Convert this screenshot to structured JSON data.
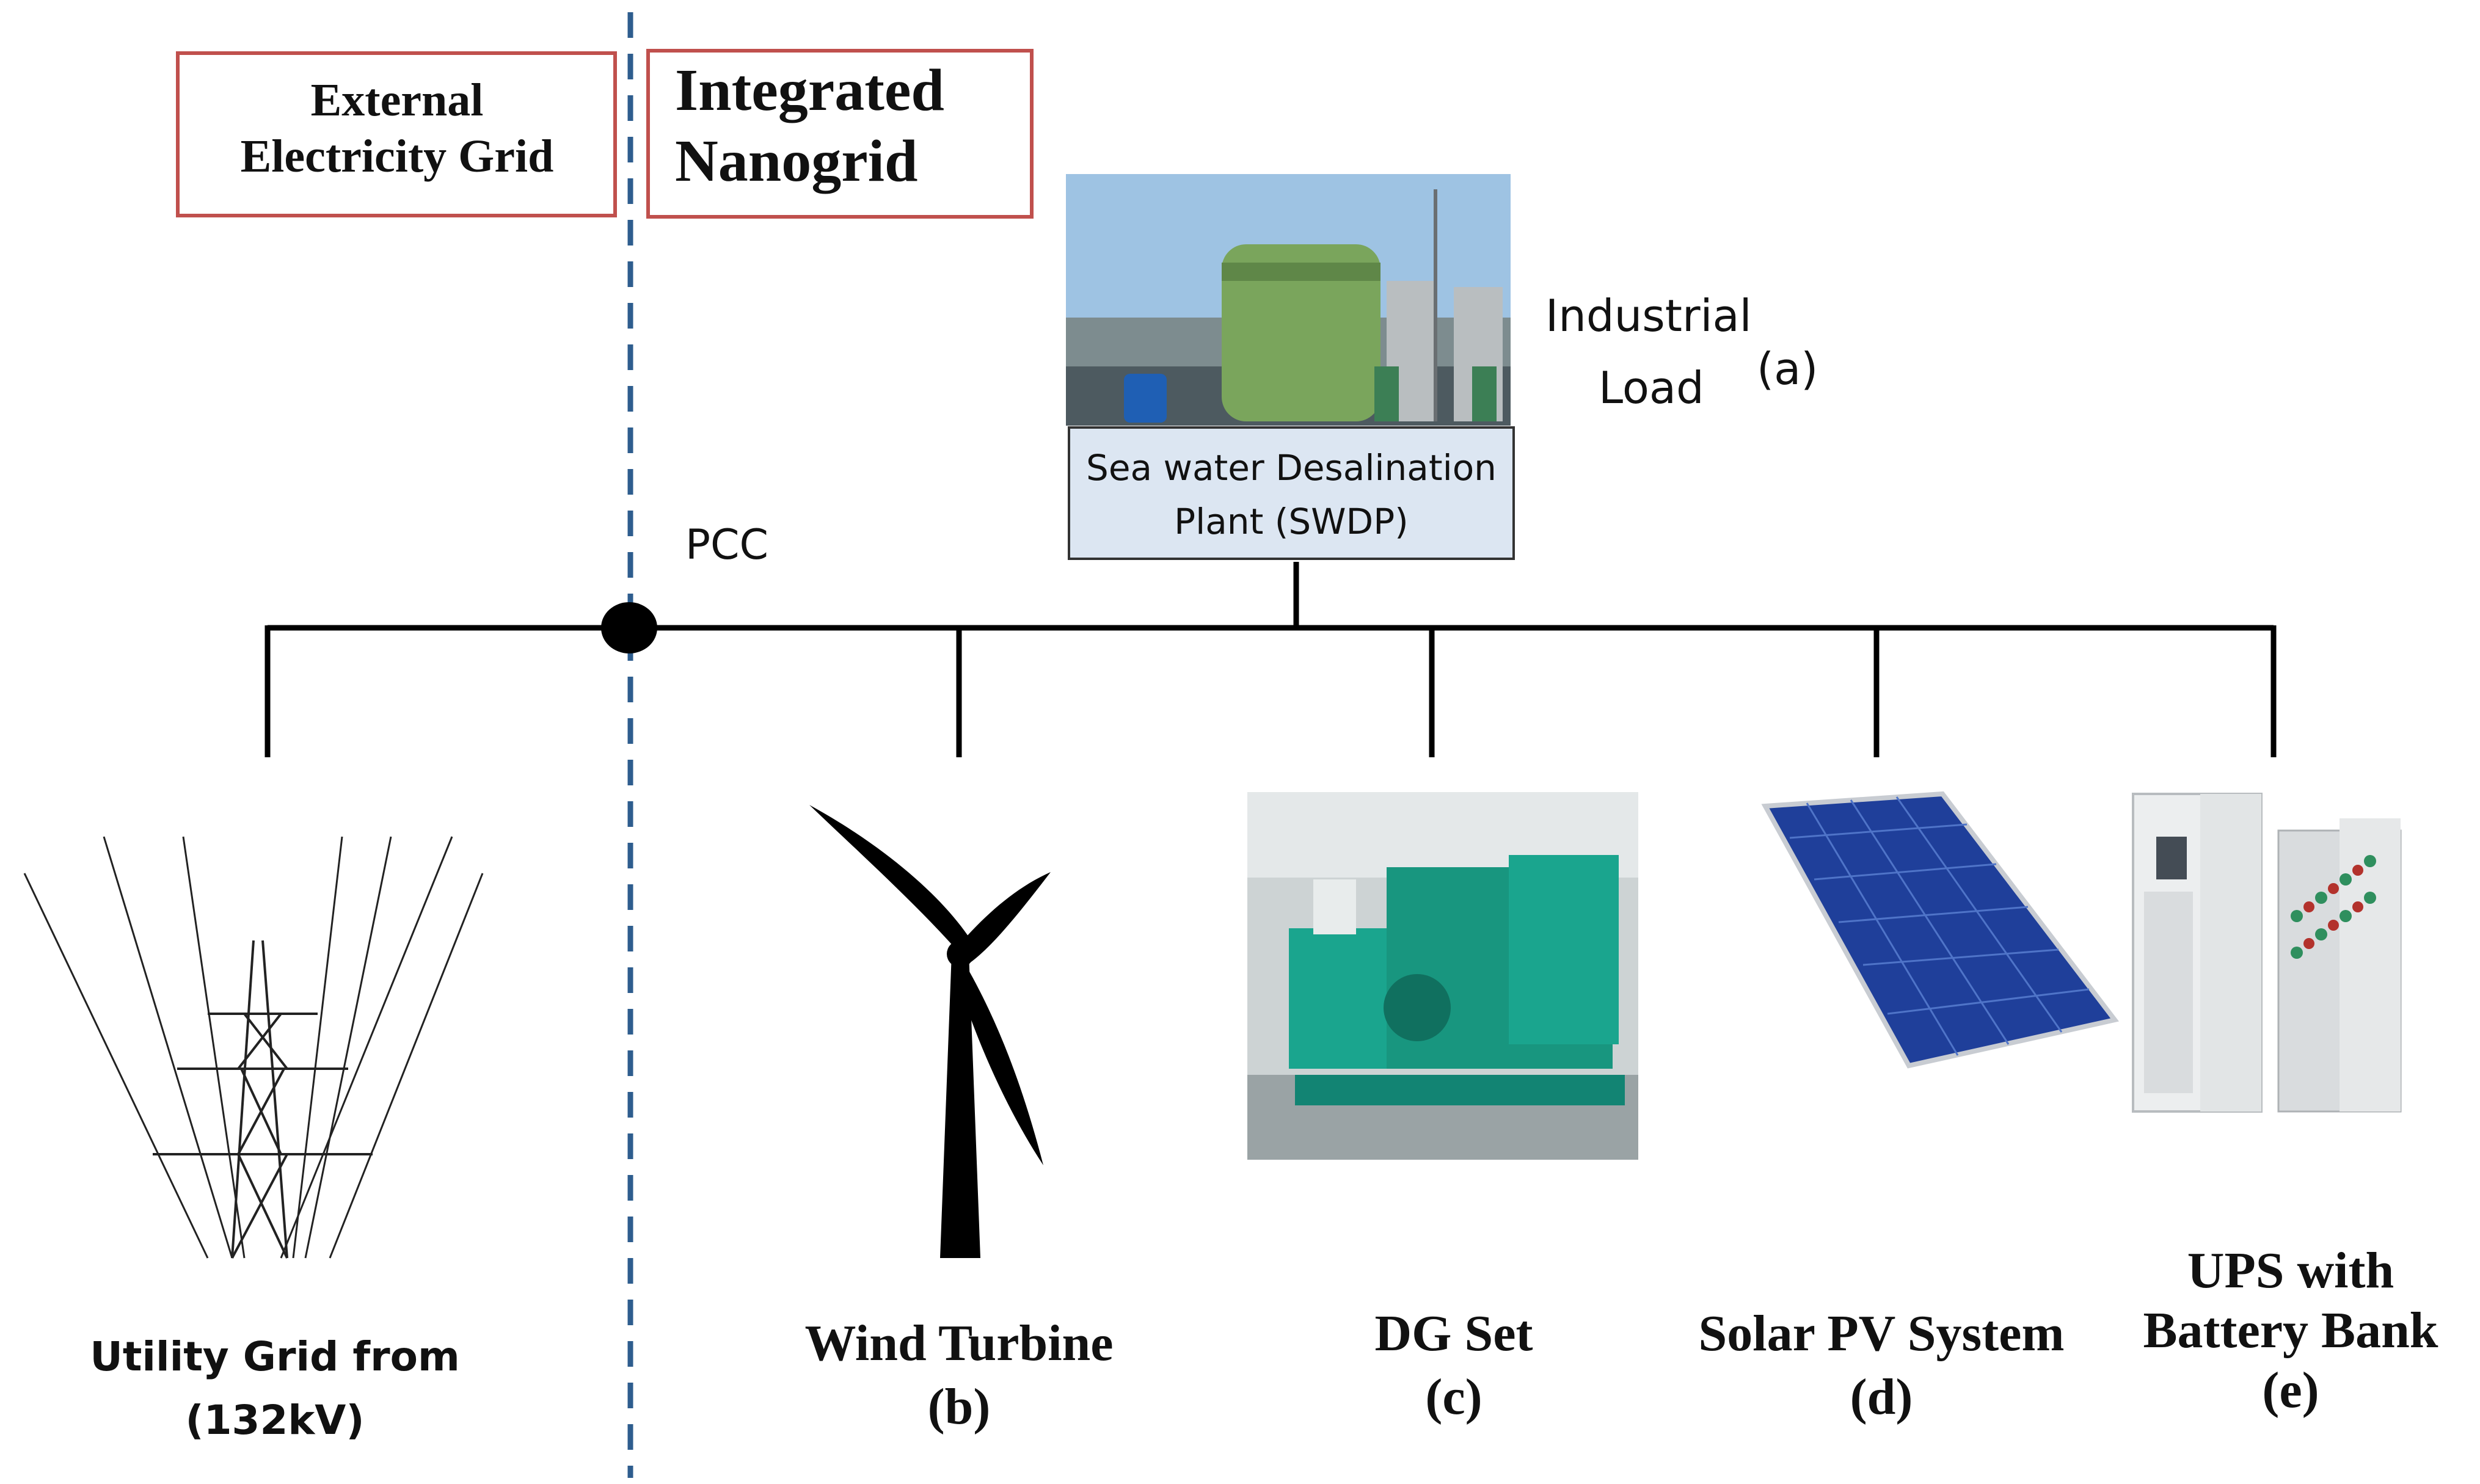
{
  "labels": {
    "external_grid": "External\nElectricity Grid",
    "integrated_nanogrid": "Integrated\nNanogrid",
    "pcc": "PCC",
    "industrial": "Industrial",
    "load": "Load",
    "load_tag": "(a)",
    "swdp": "Sea water Desalination\nPlant (SWDP)",
    "utility_line1": "Utility Grid from",
    "utility_line2": "(132kV)",
    "wind_line1": "Wind Turbine",
    "wind_line2": "(b)",
    "dg_line1": "DG Set",
    "dg_line2": "(c)",
    "solar_line1": "Solar PV System",
    "solar_line2": "(d)",
    "ups_line1": "UPS with",
    "ups_line2": "Battery Bank",
    "ups_line3": "(e)"
  },
  "colors": {
    "box_border": "#c0504d",
    "boundary_dash": "#2e5d8e",
    "bus": "#000000",
    "swdp_fill": "#dce6f2",
    "generator": "#1aa58e",
    "solar_panel": "#1f3f9a"
  },
  "icons": [
    "transmission-tower-icon",
    "wind-turbine-icon",
    "diesel-generator-icon",
    "solar-panel-icon",
    "ups-battery-icon",
    "desalination-plant-icon"
  ]
}
